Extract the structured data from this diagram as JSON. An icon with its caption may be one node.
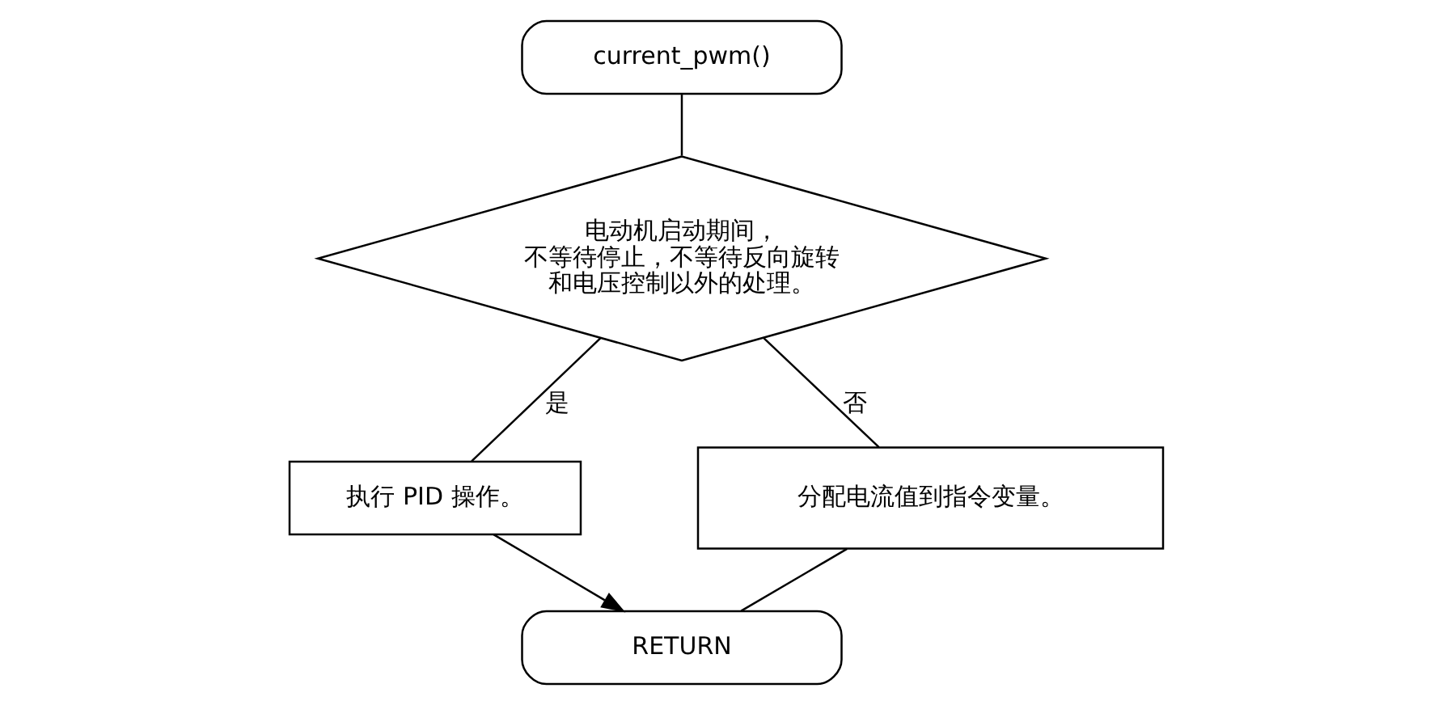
{
  "diagram": {
    "nodes": [
      {
        "text": [
          "current_pwm()"
        ]
      },
      {
        "text": [
          "电动机启动期间，不等待停止，不等待反向旋转和电压控制以外的处理。"
        ]
      },
      {
        "text": [
          "执行 PID 操作。"
        ]
      },
      {
        "text": [
          "分配电流值到指令变量。"
        ]
      },
      {
        "text": [
          "RETURN"
        ]
      }
    ],
    "edges": [
      {
        "from": 0,
        "to": 1,
        "arrow": "none"
      },
      {
        "from": 1,
        "to": 2,
        "arrow": "none",
        "label": "是"
      },
      {
        "from": 1,
        "to": 3,
        "arrow": "none",
        "label": "否"
      },
      {
        "from": 2,
        "to": 4,
        "arrow": "to"
      },
      {
        "from": 3,
        "to": 4,
        "arrow": "none"
      }
    ]
  }
}
